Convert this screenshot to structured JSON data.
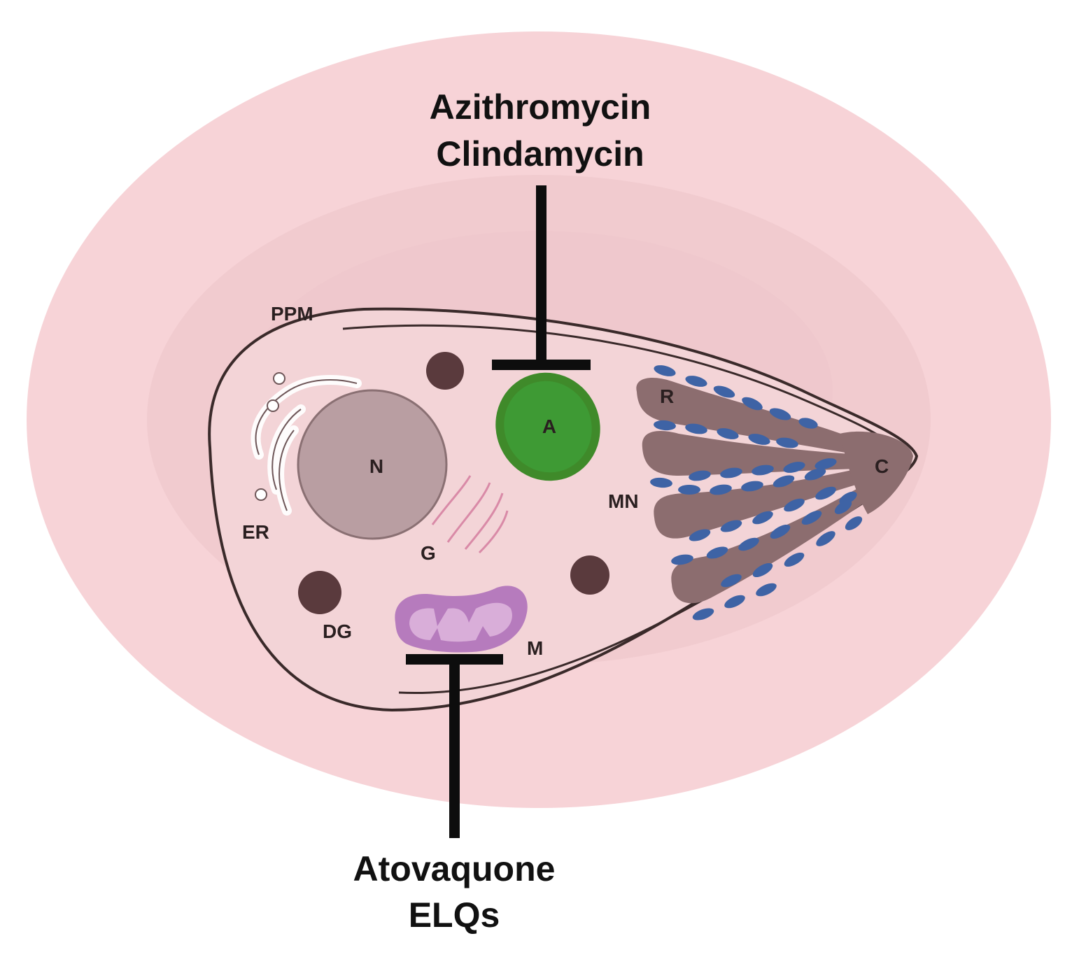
{
  "drugs": {
    "top": {
      "line1": "Azithromycin",
      "line2": "Clindamycin"
    },
    "bottom": {
      "line1": "Atovaquone",
      "line2": "ELQs"
    }
  },
  "labels": {
    "ppm": "PPM",
    "er": "ER",
    "nucleus": "N",
    "golgi": "G",
    "dense_granule": "DG",
    "mitochondrion": "M",
    "apicoplast": "A",
    "rhoptry": "R",
    "microneme": "MN",
    "conoid": "C"
  },
  "colors": {
    "host_cell": "#f7d3d7",
    "host_inner": "#efc9cd",
    "parasite_fill": "#f3d4d7",
    "outline": "#3a2a2a",
    "apicoplast_outer": "#3f8a2a",
    "apicoplast_inner": "#3e9a34",
    "nucleus": "#b99ea2",
    "rhoptry": "#8c6d6f",
    "microneme": "#3e63a5",
    "mitochondrion": "#b67bbd",
    "dense_granule": "#5a3a3d",
    "inhibitor": "#0d0d0d"
  }
}
